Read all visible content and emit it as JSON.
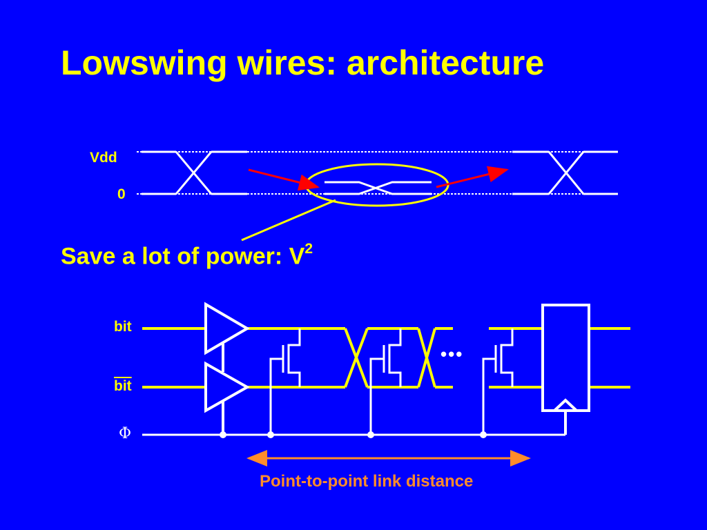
{
  "title": "Lowswing wires: architecture",
  "waveform": {
    "vdd_label": "Vdd",
    "zero_label": "0"
  },
  "note": {
    "text": "Save a lot of power: V",
    "superscript": "2"
  },
  "circuit": {
    "bit_label": "bit",
    "bitbar_label": "bit",
    "clock_label": "Φ",
    "ellipsis": "•••"
  },
  "caption": "Point-to-point link distance",
  "colors": {
    "background": "#0000FF",
    "title": "#FFFF00",
    "wire": "#FFFF00",
    "white": "#FFFFFF",
    "arrow_red": "#FF0000",
    "caption": "#FF8C2A"
  }
}
